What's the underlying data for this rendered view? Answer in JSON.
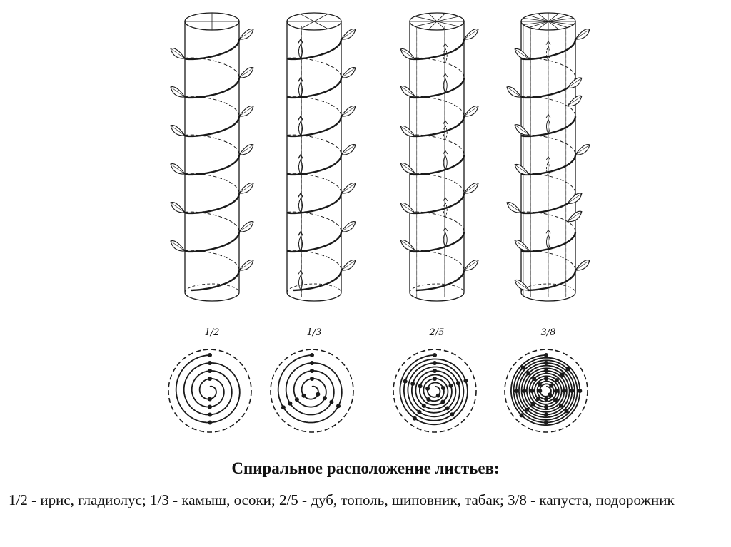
{
  "diagram": {
    "arrangements": [
      {
        "fraction": "1/2",
        "turns": 1,
        "leaves": 2
      },
      {
        "fraction": "1/3",
        "turns": 1,
        "leaves": 3
      },
      {
        "fraction": "2/5",
        "turns": 2,
        "leaves": 5
      },
      {
        "fraction": "3/8",
        "turns": 3,
        "leaves": 8
      }
    ]
  },
  "caption": {
    "title": "Спиральное расположение листьев:",
    "body": "1/2 - ирис, гладиолус; 1/3 - камыш, осоки; 2/5 - дуб, тополь, шиповник, табак; 3/8 - капуста, подорожник"
  }
}
